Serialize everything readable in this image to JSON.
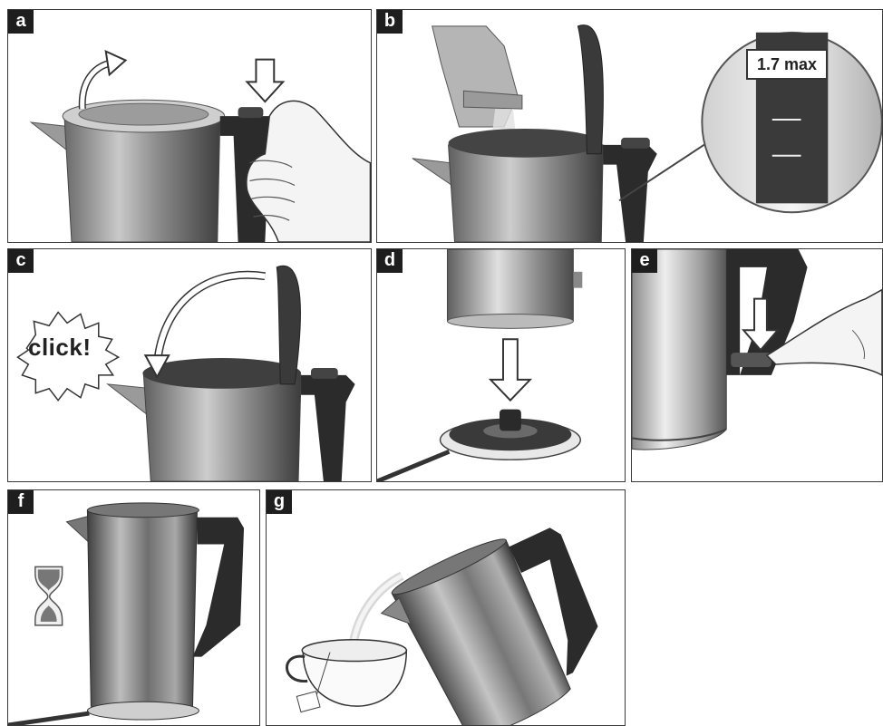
{
  "panels": [
    {
      "label": "a",
      "step": "open lid"
    },
    {
      "label": "b",
      "step": "fill with water"
    },
    {
      "label": "c",
      "step": "close lid"
    },
    {
      "label": "d",
      "step": "place on base"
    },
    {
      "label": "e",
      "step": "switch on"
    },
    {
      "label": "f",
      "step": "wait"
    },
    {
      "label": "g",
      "step": "pour"
    }
  ],
  "fill_max_label": "1.7 max",
  "click_text": "click!",
  "colors": {
    "border": "#3a3a3a",
    "steel_dark": "#555555",
    "steel_light": "#d8d8d8",
    "handle": "#2b2b2b"
  }
}
